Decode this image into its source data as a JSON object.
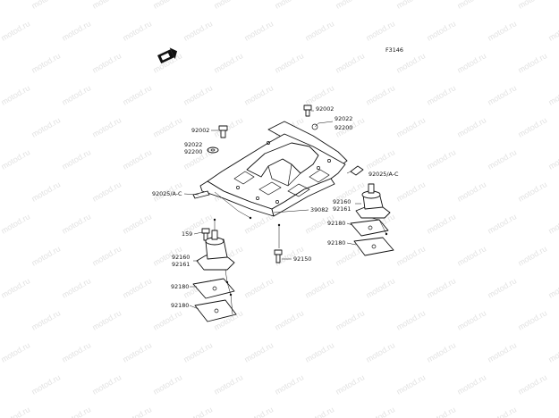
{
  "figure_code": "F3146",
  "watermark": "motod.ru",
  "labels": [
    {
      "id": "92002-top",
      "text": "92002"
    },
    {
      "id": "92022-top",
      "text": "92022"
    },
    {
      "id": "92200-top",
      "text": "92200"
    },
    {
      "id": "92002-left",
      "text": "92002"
    },
    {
      "id": "92022-left",
      "text": "92022"
    },
    {
      "id": "92200-left",
      "text": "92200"
    },
    {
      "id": "92025-left",
      "text": "92025/A-C"
    },
    {
      "id": "92025-right",
      "text": "92025/A-C"
    },
    {
      "id": "39082",
      "text": "39082"
    },
    {
      "id": "92160-right",
      "text": "92160"
    },
    {
      "id": "92161-right",
      "text": "92161"
    },
    {
      "id": "92180-right-a",
      "text": "92180"
    },
    {
      "id": "92180-right-b",
      "text": "92180"
    },
    {
      "id": "159",
      "text": "159"
    },
    {
      "id": "92160-left",
      "text": "92160"
    },
    {
      "id": "92161-left",
      "text": "92161"
    },
    {
      "id": "92150",
      "text": "92150"
    },
    {
      "id": "92180-left-a",
      "text": "92180"
    },
    {
      "id": "92180-left-b",
      "text": "92180"
    }
  ]
}
